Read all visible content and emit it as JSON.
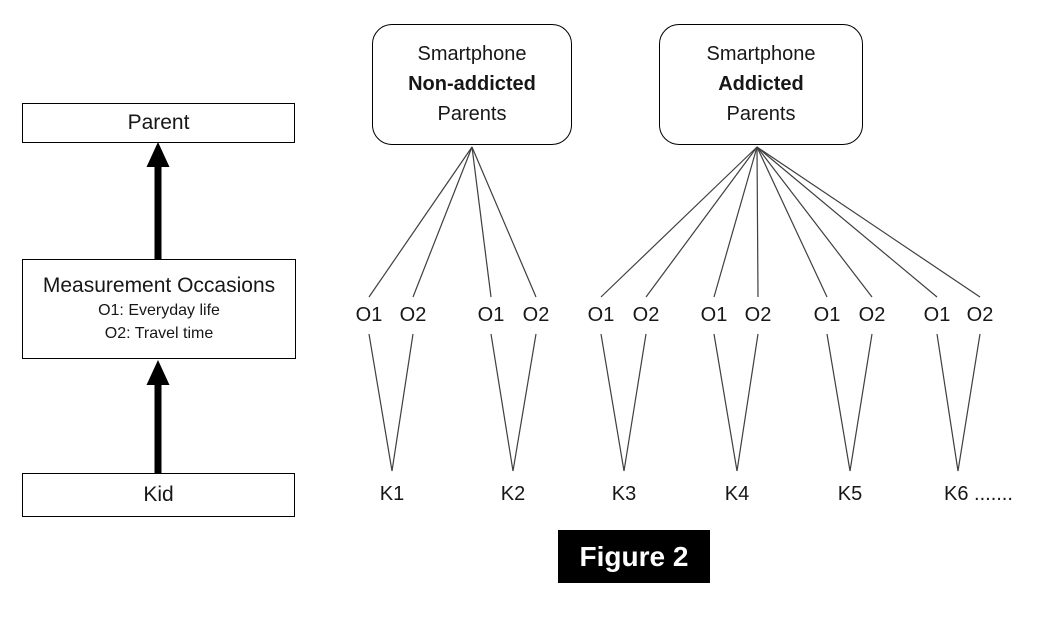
{
  "figure": {
    "caption": "Figure 2"
  },
  "colors": {
    "line": "#3f3f3f",
    "border": "#000000",
    "text": "#171717",
    "caption_bg": "#000000",
    "caption_text": "#ffffff"
  },
  "left_panel": {
    "parent_label": "Parent",
    "measurement": {
      "title": "Measurement Occasions",
      "detail1": "O1: Everyday life",
      "detail2": "O2: Travel time"
    },
    "kid_label": "Kid"
  },
  "groups": [
    {
      "line1": "Smartphone",
      "line2": "Non-addicted",
      "line3": "Parents"
    },
    {
      "line1": "Smartphone",
      "line2": "Addicted",
      "line3": "Parents"
    }
  ],
  "occasion_labels": [
    "O1",
    "O2",
    "O1",
    "O2",
    "O1",
    "O2",
    "O1",
    "O2",
    "O1",
    "O2",
    "O1",
    "O2"
  ],
  "kid_labels": [
    "K1",
    "K2",
    "K3",
    "K4",
    "K5",
    "K6 ......."
  ]
}
